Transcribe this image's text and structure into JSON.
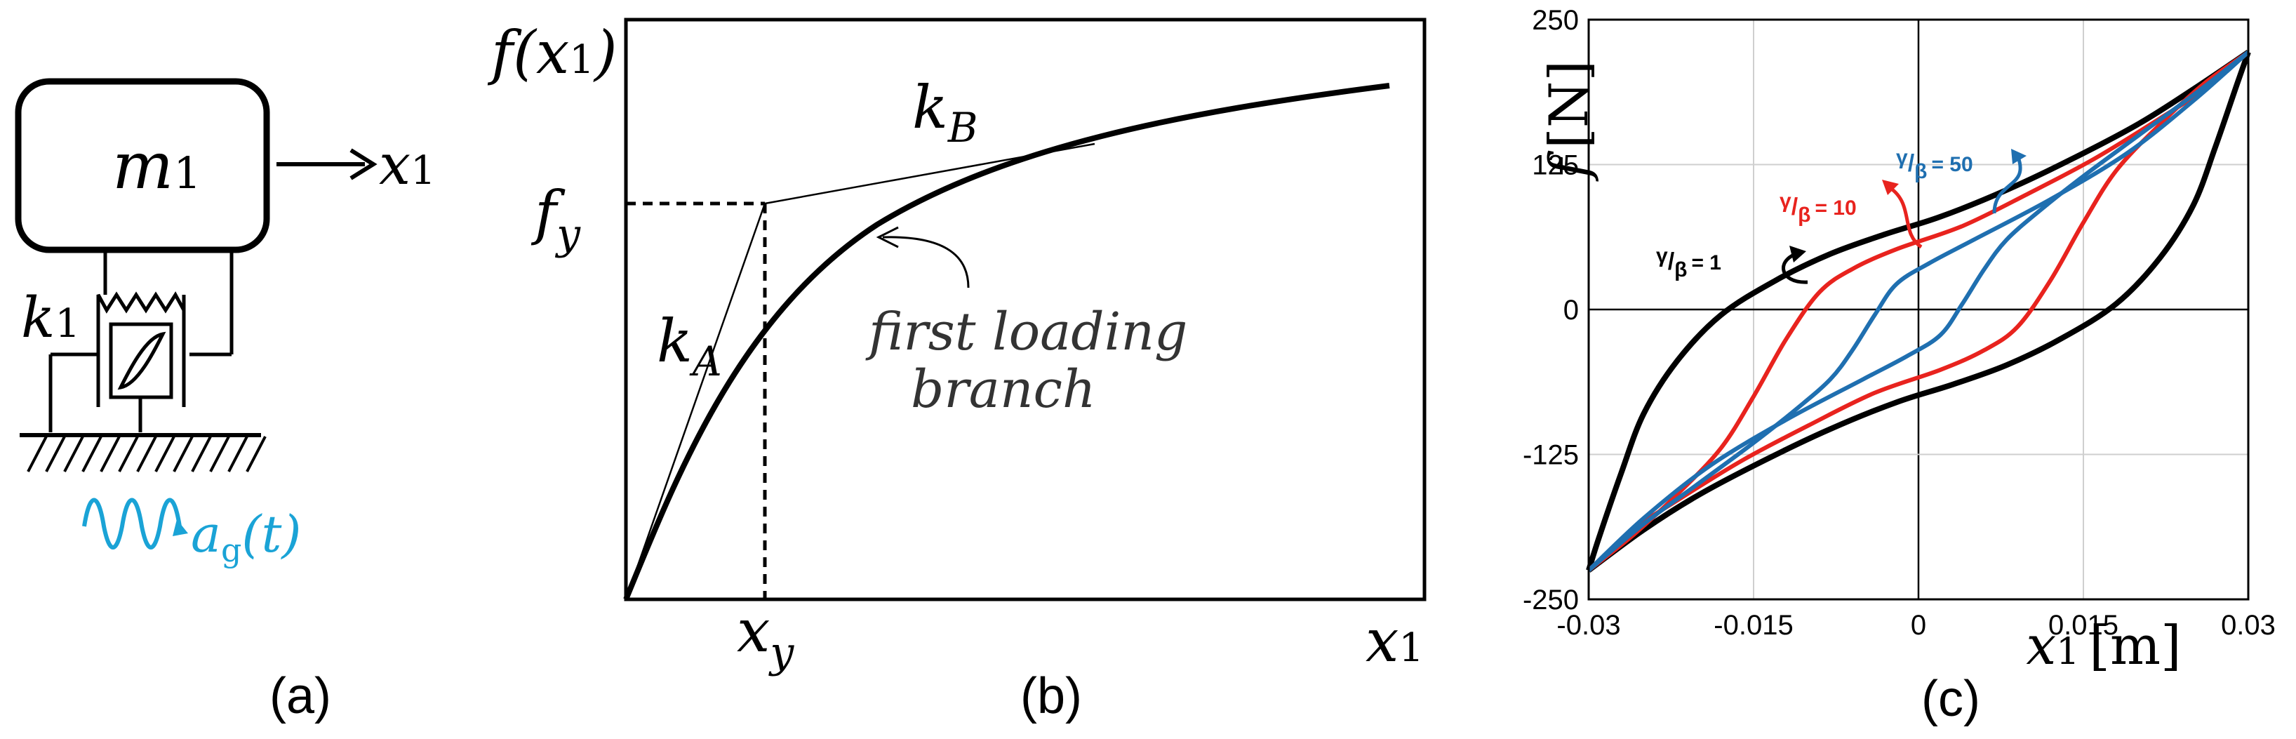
{
  "panel_a": {
    "label": "(a)",
    "mass": "m",
    "mass_sub": "1",
    "disp": "x",
    "disp_sub": "1",
    "spring": "k",
    "spring_sub": "1",
    "excitation": "a",
    "excitation_sub": "g",
    "excitation_arg": "(t)",
    "accent": "#1aa3d6"
  },
  "panel_b": {
    "label": "(b)",
    "y_axis": "f(x",
    "y_axis_sub": "1",
    "y_axis_close": ")",
    "x_axis": "x",
    "x_axis_sub": "1",
    "fy": "f",
    "fy_sub": "y",
    "xy": "x",
    "xy_sub": "y",
    "kA": "k",
    "kA_sub": "A",
    "kB": "k",
    "kB_sub": "B",
    "annotation_line1": "first  loading",
    "annotation_line2": "branch"
  },
  "chart_data": {
    "type": "line",
    "label": "(c)",
    "ylabel": "f",
    "ylabel_unit": "[N]",
    "xlabel": "x",
    "xlabel_sub": "1",
    "xlabel_unit": "[m]",
    "xlim": [
      -0.03,
      0.03
    ],
    "ylim": [
      -250,
      250
    ],
    "x_ticks": [
      "-0.03",
      "-0.015",
      "0",
      "0.015",
      "0.03"
    ],
    "y_ticks": [
      "250",
      "125",
      "0",
      "-125",
      "-250"
    ],
    "grid": true,
    "series": [
      {
        "color": "#000000",
        "annotation": {
          "num": "γ",
          "den": "β",
          "value": "= 1"
        },
        "upper": [
          [
            -0.03,
            -225
          ],
          [
            -0.029,
            -195
          ],
          [
            -0.027,
            -140
          ],
          [
            -0.025,
            -90
          ],
          [
            -0.022,
            -45
          ],
          [
            -0.018,
            -5
          ],
          [
            -0.013,
            25
          ],
          [
            -0.008,
            48
          ],
          [
            -0.003,
            65
          ],
          [
            0.002,
            80
          ],
          [
            0.008,
            103
          ],
          [
            0.014,
            130
          ],
          [
            0.02,
            160
          ],
          [
            0.025,
            190
          ],
          [
            0.03,
            222
          ]
        ],
        "lower": [
          [
            -0.03,
            -225
          ],
          [
            -0.025,
            -190
          ],
          [
            -0.02,
            -160
          ],
          [
            -0.014,
            -130
          ],
          [
            -0.008,
            -103
          ],
          [
            -0.002,
            -80
          ],
          [
            0.003,
            -65
          ],
          [
            0.008,
            -48
          ],
          [
            0.013,
            -25
          ],
          [
            0.018,
            5
          ],
          [
            0.022,
            45
          ],
          [
            0.025,
            90
          ],
          [
            0.027,
            140
          ],
          [
            0.029,
            195
          ],
          [
            0.03,
            222
          ]
        ]
      },
      {
        "color": "#e8231e",
        "annotation": {
          "num": "γ",
          "den": "β",
          "value": "= 10"
        },
        "upper": [
          [
            -0.03,
            -225
          ],
          [
            -0.026,
            -195
          ],
          [
            -0.022,
            -160
          ],
          [
            -0.018,
            -120
          ],
          [
            -0.015,
            -75
          ],
          [
            -0.012,
            -25
          ],
          [
            -0.009,
            15
          ],
          [
            -0.006,
            35
          ],
          [
            -0.002,
            52
          ],
          [
            0.004,
            72
          ],
          [
            0.01,
            100
          ],
          [
            0.016,
            130
          ],
          [
            0.022,
            165
          ],
          [
            0.026,
            190
          ],
          [
            0.03,
            222
          ]
        ],
        "lower": [
          [
            -0.03,
            -225
          ],
          [
            -0.026,
            -190
          ],
          [
            -0.022,
            -165
          ],
          [
            -0.016,
            -130
          ],
          [
            -0.01,
            -100
          ],
          [
            -0.004,
            -72
          ],
          [
            0.002,
            -52
          ],
          [
            0.006,
            -35
          ],
          [
            0.009,
            -15
          ],
          [
            0.012,
            25
          ],
          [
            0.015,
            75
          ],
          [
            0.018,
            120
          ],
          [
            0.022,
            160
          ],
          [
            0.026,
            195
          ],
          [
            0.03,
            222
          ]
        ]
      },
      {
        "color": "#1f6fb0",
        "annotation": {
          "num": "γ",
          "den": "β",
          "value": "= 50"
        },
        "upper": [
          [
            -0.03,
            -225
          ],
          [
            -0.025,
            -185
          ],
          [
            -0.02,
            -150
          ],
          [
            -0.015,
            -115
          ],
          [
            -0.011,
            -85
          ],
          [
            -0.008,
            -60
          ],
          [
            -0.006,
            -35
          ],
          [
            -0.004,
            -5
          ],
          [
            -0.002,
            22
          ],
          [
            0.001,
            40
          ],
          [
            0.005,
            60
          ],
          [
            0.012,
            95
          ],
          [
            0.019,
            135
          ],
          [
            0.025,
            180
          ],
          [
            0.03,
            222
          ]
        ],
        "lower": [
          [
            -0.03,
            -225
          ],
          [
            -0.025,
            -180
          ],
          [
            -0.019,
            -135
          ],
          [
            -0.012,
            -95
          ],
          [
            -0.005,
            -60
          ],
          [
            -0.001,
            -40
          ],
          [
            0.002,
            -22
          ],
          [
            0.004,
            5
          ],
          [
            0.006,
            35
          ],
          [
            0.008,
            60
          ],
          [
            0.011,
            85
          ],
          [
            0.015,
            115
          ],
          [
            0.02,
            150
          ],
          [
            0.025,
            185
          ],
          [
            0.03,
            222
          ]
        ]
      }
    ]
  }
}
